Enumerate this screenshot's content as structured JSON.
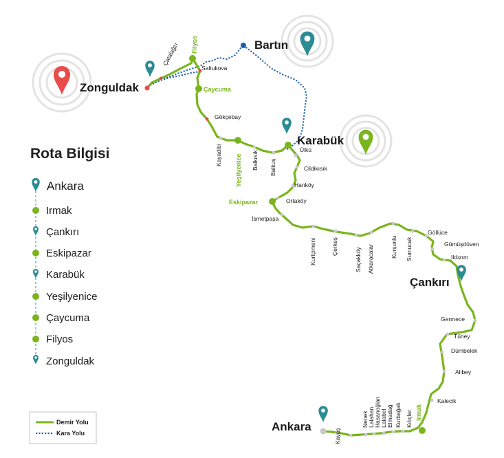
{
  "colors": {
    "rail": "#7ab51d",
    "road": "#1b5ea8",
    "teal": "#2b8c93",
    "red": "#e94b4b",
    "green": "#7ab51d",
    "gray_stop": "#c8c8c8",
    "red_stop": "#e94b4b",
    "text": "#1a1a1a",
    "ring": "#e3e3e3"
  },
  "info": {
    "title": "Rota Bilgisi",
    "stops": [
      {
        "label": "Ankara",
        "kind": "pin"
      },
      {
        "label": "Irmak",
        "kind": "dot"
      },
      {
        "label": "Çankırı",
        "kind": "pin-small"
      },
      {
        "label": "Eskipazar",
        "kind": "dot"
      },
      {
        "label": "Karabük",
        "kind": "pin-small"
      },
      {
        "label": "Yeşilyenice",
        "kind": "dot"
      },
      {
        "label": "Çaycuma",
        "kind": "dot"
      },
      {
        "label": "Filyos",
        "kind": "dot"
      },
      {
        "label": "Zonguldak",
        "kind": "pin-small"
      }
    ]
  },
  "key": {
    "rail": "Demir Yolu",
    "road": "Kara Yolu"
  },
  "cities": {
    "zonguldak": "Zonguldak",
    "bartin": "Bartın",
    "karabuk": "Karabük",
    "cankiri": "Çankırı",
    "ankara": "Ankara"
  },
  "major_stations": {
    "filyos": "Filyos",
    "caycuma": "Çaycuma",
    "yesilyenice": "Yeşilyenice",
    "eskipazar": "Eskipazar",
    "irmak": "Irmak"
  },
  "stations": {
    "catalagzi": "Çatalağzı",
    "saltukova": "Saltukova",
    "gokcebay": "Gökçebay",
    "kayadibi": "Kayadibi",
    "balkisik": "Balkısık",
    "balkus": "Balkuş",
    "ulku": "Ülkü",
    "cildikisik": "Cildikısık",
    "hankoy": "Hanköy",
    "ortakoy": "Ortaköy",
    "ismetpasa": "İsmetpaşa",
    "kurtsimeni": "Kurtçimeni",
    "cerkes": "Çerkeş",
    "sacakkoy": "Saçakköy",
    "atkaracalar": "Atkaracalar",
    "kursunlu": "Kurşunlu",
    "sumucak": "Sumucak",
    "gollice": "Göllüce",
    "gumusduven": "Gümüşdüven",
    "ildizim": "Ildızım",
    "germece": "Germece",
    "tuney": "Tüney",
    "dumbelek": "Dümbelek",
    "alibey": "Alibey",
    "kalecik": "Kalecik",
    "kayas": "Kayaş",
    "nenek": "Nenek",
    "lalahan": "Lalahan",
    "hasanoglan": "Hasanoğlan",
    "lalabel": "Lalabel",
    "elmadag": "Elmadağ",
    "kurbagali": "Kurbağalı",
    "kilicar": "Kılıçlar"
  }
}
